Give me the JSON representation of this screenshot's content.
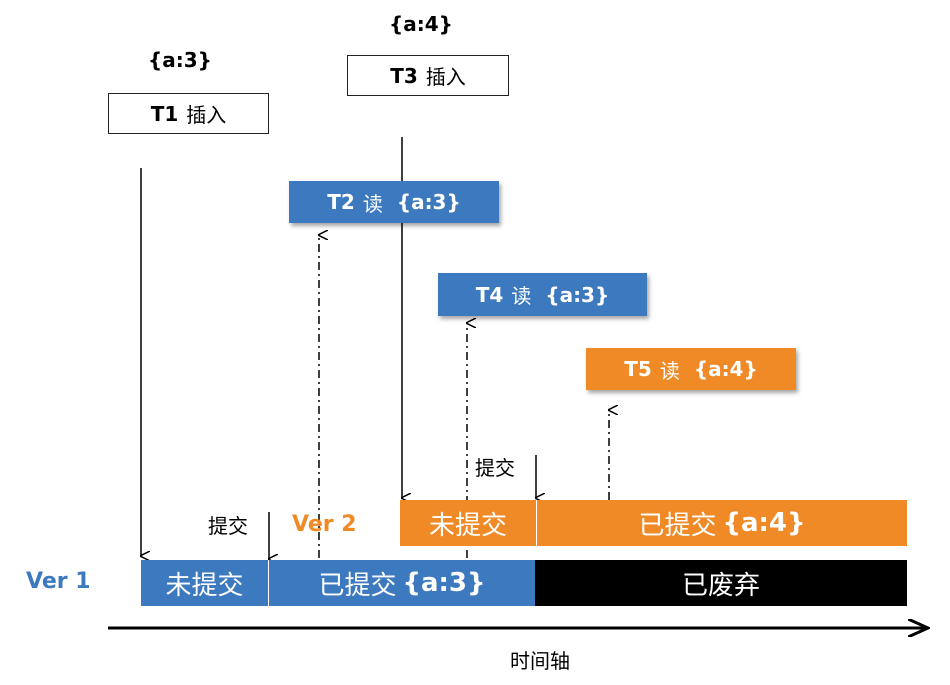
{
  "colors": {
    "blue": "#3d79be",
    "orange": "#ef8a26",
    "black": "#000000",
    "ver1_text": "#3d79be",
    "ver2_text": "#ef8a26"
  },
  "writers": {
    "t1": {
      "id": "T1",
      "action": "插入",
      "value": "{a:3}"
    },
    "t3": {
      "id": "T3",
      "action": "插入",
      "value": "{a:4}"
    }
  },
  "readers": {
    "t2": {
      "id": "T2",
      "action": "读",
      "value": "{a:3}"
    },
    "t4": {
      "id": "T4",
      "action": "读",
      "value": "{a:3}"
    },
    "t5": {
      "id": "T5",
      "action": "读",
      "value": "{a:4}"
    }
  },
  "versions": {
    "ver1": {
      "label": "Ver 1",
      "uncommitted": "未提交",
      "committed": "已提交",
      "committed_value": "{a:3}",
      "discarded": "已废弃"
    },
    "ver2": {
      "label": "Ver 2",
      "uncommitted": "未提交",
      "committed": "已提交",
      "committed_value": "{a:4}"
    }
  },
  "commit_labels": {
    "ver1": "提交",
    "ver2": "提交"
  },
  "axis": {
    "label": "时间轴"
  }
}
